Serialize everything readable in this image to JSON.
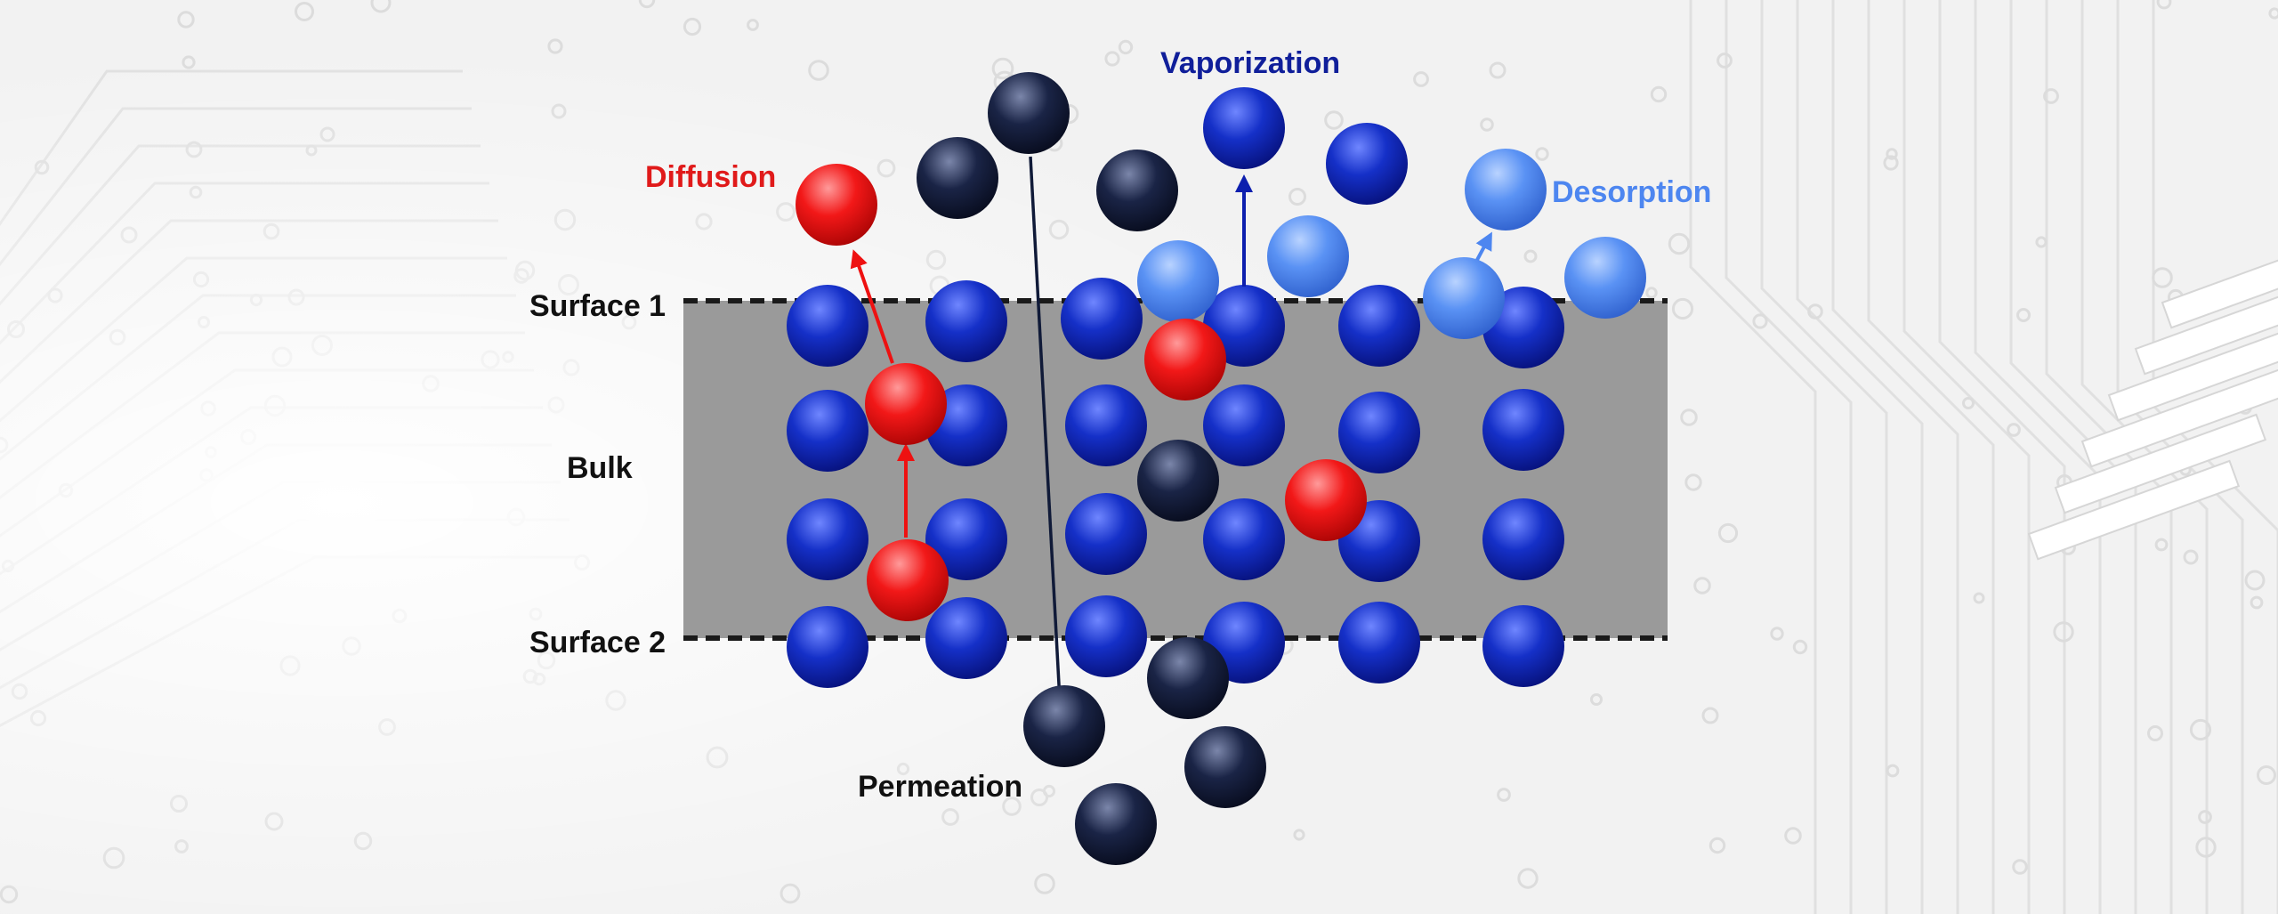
{
  "labels": {
    "surface1": "Surface 1",
    "surface2": "Surface 2",
    "bulk": "Bulk",
    "diffusion": "Diffusion",
    "vaporization": "Vaporization",
    "desorption": "Desorption",
    "permeation": "Permeation"
  },
  "colors": {
    "background": "#f2f2f2",
    "circuit_lines": "#e1e1e1",
    "bulk_fill": "#9a9a9a",
    "surface_line": "#1a1a1a",
    "lattice_atom": "#0d1fae",
    "diffusing_atom": "#ee1111",
    "desorbed_atom": "#4d86f0",
    "permeating_atom": "#101a38",
    "diffusion_label": "#e01a1a",
    "vaporization_label": "#101f9a",
    "desorption_label": "#4d86f0",
    "permeation_label": "#111111",
    "surface_label": "#111111"
  },
  "atom_types": [
    "lattice",
    "diffusing",
    "desorbed",
    "permeating"
  ],
  "processes": [
    "Diffusion",
    "Vaporization",
    "Desorption",
    "Permeation"
  ]
}
